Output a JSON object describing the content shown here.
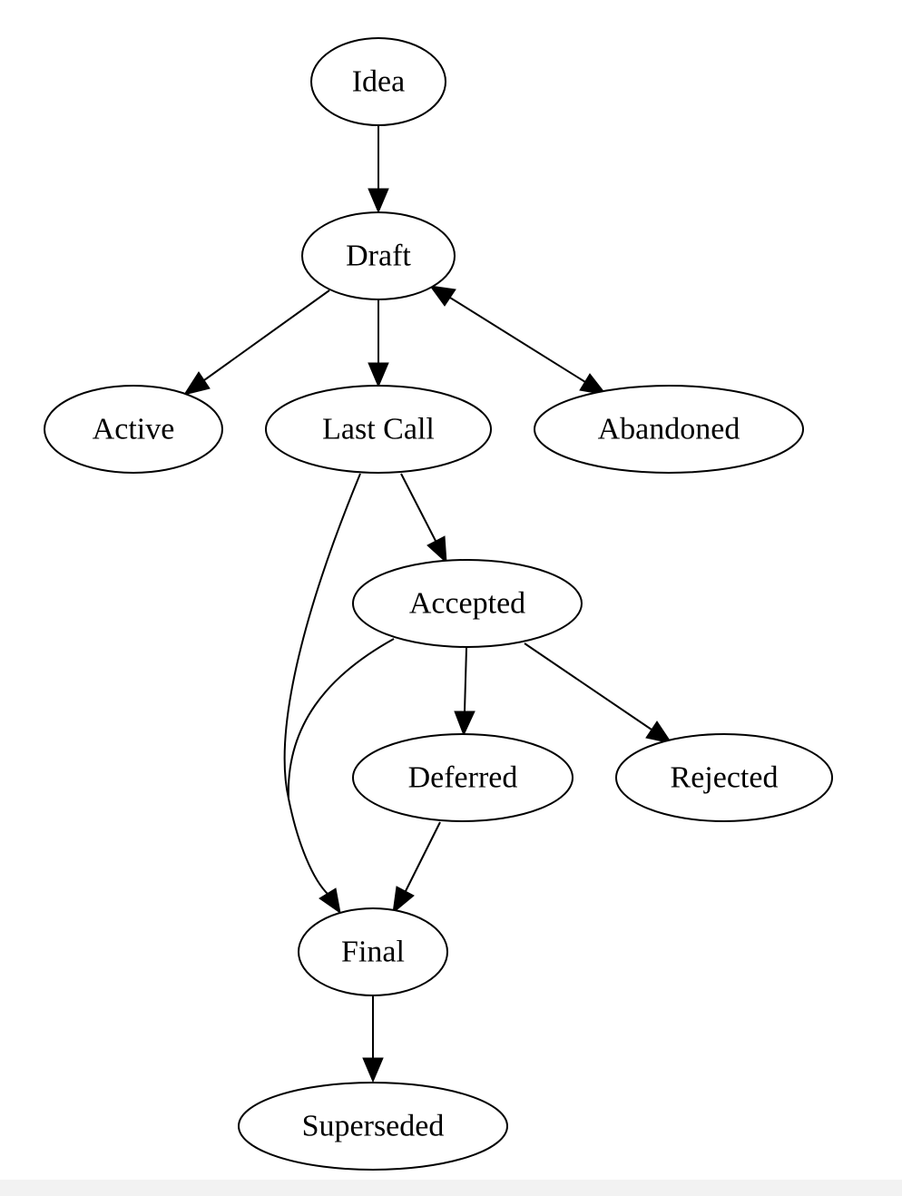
{
  "diagram": {
    "nodes": [
      {
        "id": "idea",
        "label": "Idea"
      },
      {
        "id": "draft",
        "label": "Draft"
      },
      {
        "id": "active",
        "label": "Active"
      },
      {
        "id": "lastcall",
        "label": "Last Call"
      },
      {
        "id": "abandoned",
        "label": "Abandoned"
      },
      {
        "id": "accepted",
        "label": "Accepted"
      },
      {
        "id": "deferred",
        "label": "Deferred"
      },
      {
        "id": "rejected",
        "label": "Rejected"
      },
      {
        "id": "final",
        "label": "Final"
      },
      {
        "id": "superseded",
        "label": "Superseded"
      }
    ],
    "edges": [
      {
        "from": "idea",
        "to": "draft",
        "direction": "forward"
      },
      {
        "from": "draft",
        "to": "active",
        "direction": "forward"
      },
      {
        "from": "draft",
        "to": "lastcall",
        "direction": "forward"
      },
      {
        "from": "draft",
        "to": "abandoned",
        "direction": "both"
      },
      {
        "from": "lastcall",
        "to": "accepted",
        "direction": "forward"
      },
      {
        "from": "lastcall",
        "to": "final",
        "direction": "forward"
      },
      {
        "from": "accepted",
        "to": "final",
        "direction": "forward"
      },
      {
        "from": "accepted",
        "to": "deferred",
        "direction": "forward"
      },
      {
        "from": "accepted",
        "to": "rejected",
        "direction": "forward"
      },
      {
        "from": "deferred",
        "to": "final",
        "direction": "forward"
      },
      {
        "from": "final",
        "to": "superseded",
        "direction": "forward"
      }
    ]
  }
}
